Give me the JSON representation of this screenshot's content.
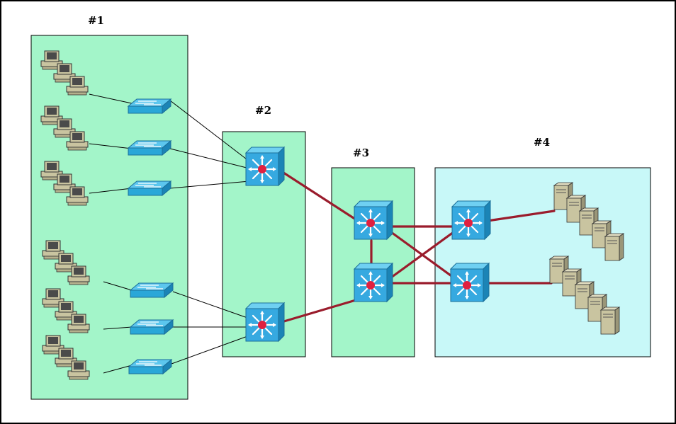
{
  "zones": [
    {
      "id": "zone-1",
      "label": "#1",
      "fill": "#a3f5c9"
    },
    {
      "id": "zone-2",
      "label": "#2",
      "fill": "#a3f5c9"
    },
    {
      "id": "zone-3",
      "label": "#3",
      "fill": "#a3f5c9"
    },
    {
      "id": "zone-4",
      "label": "#4",
      "fill": "#c8f8f8"
    }
  ],
  "colors": {
    "frame": "#000000",
    "thin_link": "#000000",
    "thick_link": "#9a1c2c",
    "switch_blue": "#2aa7d8",
    "layer3_blue": "#36a9e0",
    "router_core": "#e02040",
    "pc_body": "#c9c4a0",
    "server_body": "#c9c4a0"
  },
  "icons": {
    "access_switch": "workgroup-switch-icon",
    "layer3_switch": "layer3-switch-icon",
    "pc": "workstation-icon",
    "server": "server-icon"
  }
}
